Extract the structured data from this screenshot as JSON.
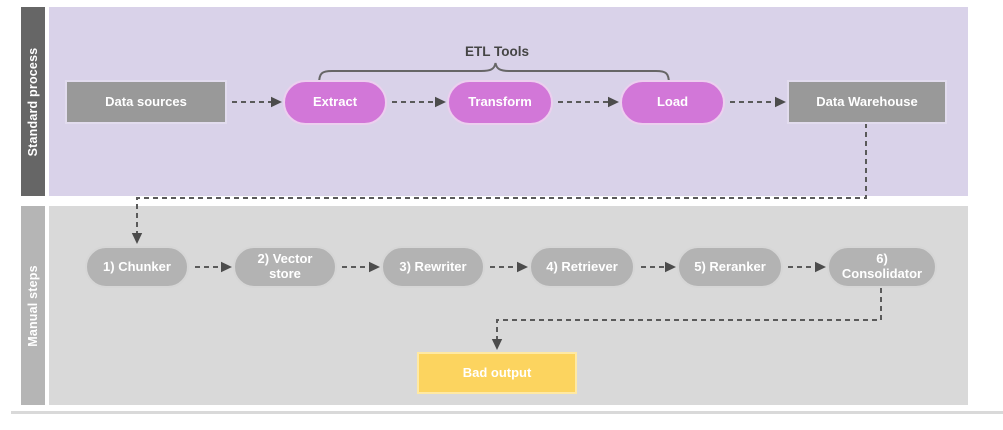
{
  "diagram": {
    "annotation_label": "ETL Tools",
    "lanes": [
      {
        "label": "Standard process"
      },
      {
        "label": "Manual steps"
      }
    ],
    "standard_nodes": [
      {
        "label": "Data sources",
        "shape": "rectangle"
      },
      {
        "label": "Extract",
        "shape": "pill"
      },
      {
        "label": "Transform",
        "shape": "pill"
      },
      {
        "label": "Load",
        "shape": "pill"
      },
      {
        "label": "Data Warehouse",
        "shape": "rectangle"
      }
    ],
    "manual_nodes": [
      {
        "label": "1) Chunker",
        "shape": "pill"
      },
      {
        "label": "2) Vector store",
        "shape": "pill"
      },
      {
        "label": "3) Rewriter",
        "shape": "pill"
      },
      {
        "label": "4) Retriever",
        "shape": "pill"
      },
      {
        "label": "5) Reranker",
        "shape": "pill"
      },
      {
        "label": "6) Consolidator",
        "shape": "pill"
      }
    ],
    "output_node": {
      "label": "Bad output",
      "shape": "rectangle"
    },
    "flow": [
      "Data sources -> Extract -> Transform -> Load -> Data Warehouse",
      "Data Warehouse -> 1) Chunker -> 2) Vector store -> 3) Rewriter -> 4) Retriever -> 5) Reranker -> 6) Consolidator",
      "6) Consolidator -> Bad output"
    ],
    "icons": {
      "arrowhead-icon": "solid dark triangle",
      "brace-icon": "horizontal curly brace over Extract/Transform/Load"
    },
    "colors": {
      "lane1_bg": "#d9d2e9",
      "lane2_bg": "#d9d9d9",
      "lane1_label_bg": "#666666",
      "lane2_label_bg": "#b5b5b5",
      "etl_pill": "#d277d8",
      "gray_box": "#999999",
      "gray_pill": "#b3b3b3",
      "output_box": "#fcd45f",
      "connector": "#5a5a5a",
      "node_text": "#ffffff",
      "annotation_text": "#454545"
    }
  }
}
